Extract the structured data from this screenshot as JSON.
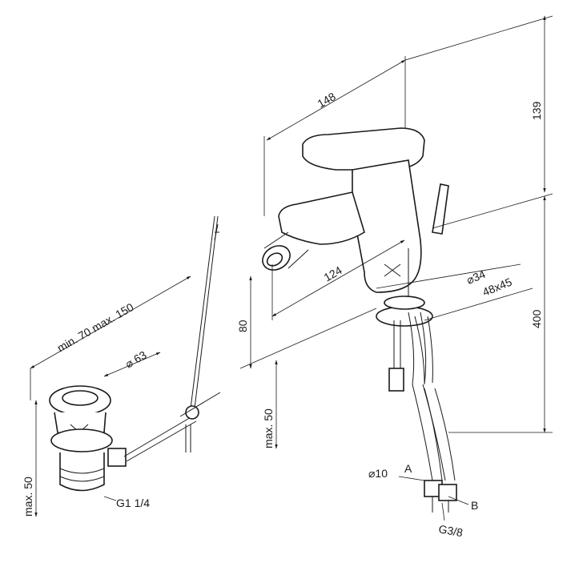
{
  "drawing": {
    "dimensions": {
      "overall_depth": "148",
      "top_height": "139",
      "spout_reach": "124",
      "base_diameter": "⌀34",
      "base_plate": "48x45",
      "spout_height": "80",
      "total_height": "400",
      "deck_thickness_tap": "max. 50",
      "rod_length": "min. 70  max. 150",
      "waste_diameter": "⌀ 63",
      "deck_thickness_waste": "max. 50",
      "waste_thread": "G1 1/4",
      "hose_diameter": "⌀10",
      "hose_thread": "G3/8"
    },
    "markers": {
      "a": "A",
      "b": "B"
    }
  }
}
